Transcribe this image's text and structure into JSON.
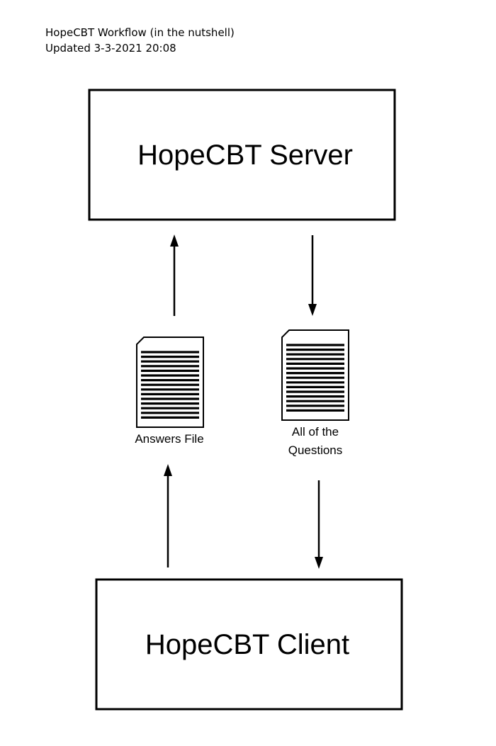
{
  "header": {
    "title": "HopeCBT Workflow (in the nutshell)",
    "updated": "Updated 3-3-2021 20:08"
  },
  "nodes": {
    "server": {
      "label": "HopeCBT Server"
    },
    "client": {
      "label": "HopeCBT Client"
    },
    "answers_file": {
      "label": "Answers File"
    },
    "questions_file": {
      "label_line1": "All of the",
      "label_line2": "Questions"
    }
  },
  "edges": [
    {
      "from": "client",
      "to": "answers_file",
      "direction": "up"
    },
    {
      "from": "answers_file",
      "to": "server",
      "direction": "up"
    },
    {
      "from": "server",
      "to": "questions_file",
      "direction": "down"
    },
    {
      "from": "questions_file",
      "to": "client",
      "direction": "down"
    }
  ],
  "colors": {
    "stroke": "#000000",
    "background": "#ffffff"
  }
}
